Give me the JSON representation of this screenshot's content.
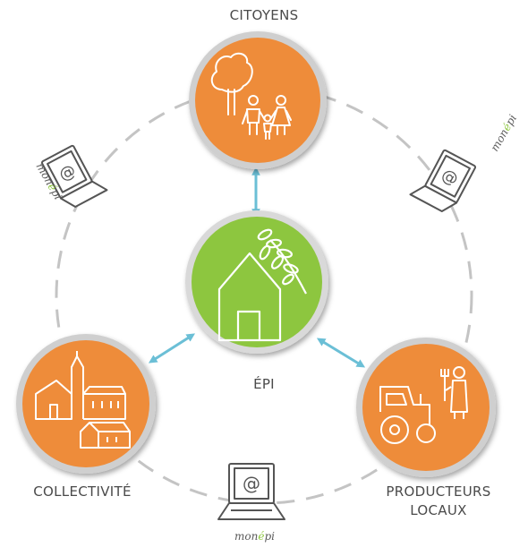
{
  "labels": {
    "citoyens": "CITOYENS",
    "epi": "ÉPI",
    "collectivite": "COLLECTIVITÉ",
    "producteurs_line1": "PRODUCTEURS",
    "producteurs_line2": "LOCAUX"
  },
  "logo": {
    "prefix": "mon",
    "accent": "é",
    "suffix": "pi"
  },
  "laptop_screen_symbol": "@",
  "colors": {
    "orange": "#ee8c3a",
    "green": "#8dc63f",
    "arrow": "#6bbfd6",
    "ring": "#bdbdbd"
  }
}
